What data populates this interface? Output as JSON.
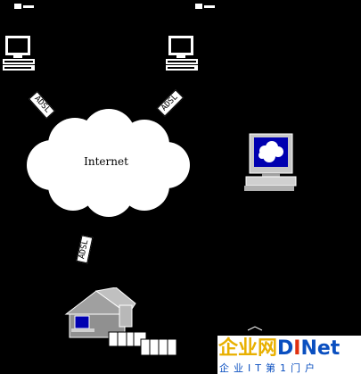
{
  "diagram": {
    "cloud_label": "Internet",
    "links": [
      {
        "label": "ADSL"
      },
      {
        "label": "ADSL"
      },
      {
        "label": "ADSL"
      }
    ],
    "nodes": [
      "workstation-left",
      "workstation-right",
      "internet-monitor",
      "home-office"
    ]
  },
  "watermark": {
    "brand_cn": "企业网",
    "brand_d": "D",
    "brand_i": "I",
    "brand_net": "Net",
    "tagline": "企业IT第1门户"
  }
}
